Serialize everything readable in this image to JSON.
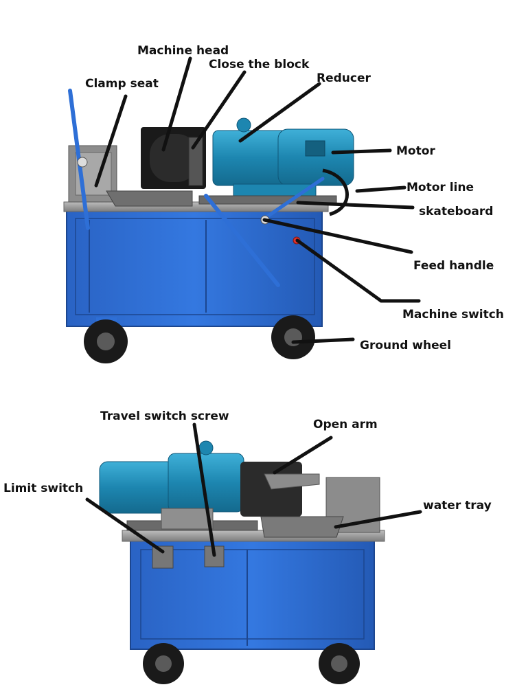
{
  "colors": {
    "machine_blue": "#2e6fd6",
    "motor_teal": "#1f8fb5",
    "steel_gray": "#9a9a9a",
    "wheel_black": "#1a1a1a",
    "leader_line": "#111111",
    "switch_red": "#e0302a"
  },
  "top_view": {
    "labels": {
      "machine_head": "Machine head",
      "close_block": "Close the block",
      "reducer": "Reducer",
      "clamp_seat": "Clamp seat",
      "motor": "Motor",
      "motor_line": "Motor line",
      "skateboard": "skateboard",
      "feed_handle": "Feed handle",
      "machine_switch": "Machine switch",
      "ground_wheel": "Ground wheel"
    }
  },
  "bottom_view": {
    "labels": {
      "travel_switch_screw": "Travel switch screw",
      "open_arm": "Open arm",
      "limit_switch": "Limit switch",
      "water_tray": "water tray"
    }
  }
}
